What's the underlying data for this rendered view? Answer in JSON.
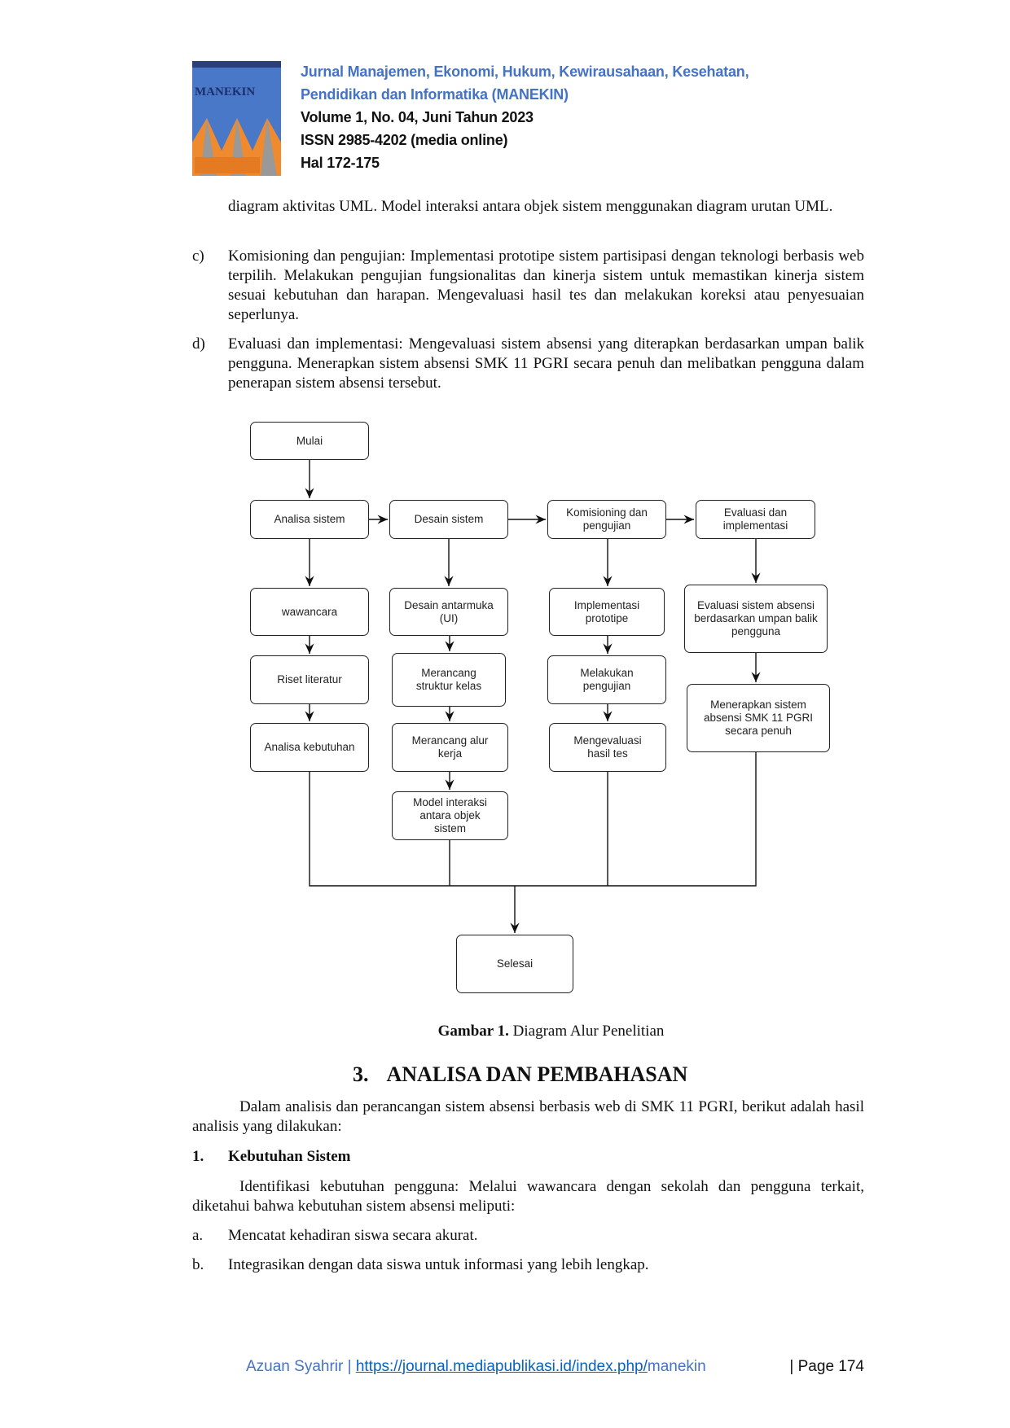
{
  "header": {
    "cover_logo_text": "MANEKIN",
    "journal_line1": "Jurnal Manajemen, Ekonomi, Hukum, Kewirausahaan, Kesehatan,",
    "journal_line2": "Pendidikan dan Informatika (MANEKIN)",
    "volume": "Volume 1, No. 04, Juni Tahun 2023",
    "issn": "ISSN 2985-4202 (media online)",
    "pages": "Hal 172-175"
  },
  "body": {
    "para_cont": "diagram aktivitas UML. Model interaksi antara objek  sistem menggunakan diagram urutan UML.",
    "items": [
      {
        "marker": "c)",
        "text": "Komisioning dan pengujian: Implementasi prototipe sistem partisipasi dengan teknologi berbasis web terpilih. Melakukan pengujian fungsionalitas dan kinerja sistem untuk memastikan kinerja sistem  sesuai  kebutuhan dan harapan. Mengevaluasi hasil tes dan melakukan koreksi atau penyesuaian seperlunya."
      },
      {
        "marker": "d)",
        "text": "Evaluasi dan implementasi: Mengevaluasi sistem absensi yang diterapkan berdasarkan umpan balik  pengguna. Menerapkan sistem absensi SMK 11 PGRI secara penuh dan melibatkan pengguna dalam penerapan sistem absensi tersebut."
      }
    ]
  },
  "flowchart": {
    "start": "Mulai",
    "end": "Selesai",
    "col1": [
      "Analisa sistem",
      "wawancara",
      "Riset literatur",
      "Analisa kebutuhan"
    ],
    "col2": [
      "Desain sistem",
      "Desain antarmuka (UI)",
      "Merancang struktur kelas",
      "Merancang alur kerja",
      "Model interaksi antara objek sistem"
    ],
    "col3": [
      "Komisioning dan pengujian",
      "Implementasi prototipe",
      "Melakukan pengujian",
      "Mengevaluasi hasil tes"
    ],
    "col4": [
      "Evaluasi dan implementasi",
      "Evaluasi sistem absensi berdasarkan umpan balik pengguna",
      "Menerapkan sistem absensi SMK 11 PGRI secara penuh"
    ]
  },
  "caption": {
    "label": "Gambar 1.",
    "text": " Diagram Alur Penelitian"
  },
  "section": {
    "number": "3.",
    "title": "ANALISA DAN PEMBAHASAN",
    "intro": "Dalam analisis dan perancangan sistem absensi berbasis web di SMK 11 PGRI, berikut adalah hasil analisis yang dilakukan:",
    "sub_number": "1.",
    "sub_title": "Kebutuhan Sistem",
    "sub_para": "Identifikasi kebutuhan pengguna: Melalui wawancara dengan sekolah dan pengguna terkait, diketahui bahwa kebutuhan sistem absensi meliputi:",
    "list": [
      {
        "marker": "a.",
        "text": "Mencatat kehadiran siswa secara akurat."
      },
      {
        "marker": "b.",
        "text": "Integrasikan dengan data siswa untuk informasi yang lebih lengkap."
      }
    ]
  },
  "footer": {
    "author": "Azuan Syahrir | ",
    "url": "https://journal.mediapublikasi.id/index.php/",
    "url_suffix": "manekin",
    "page": "| Page 174"
  },
  "colors": {
    "accent": "#4472c4",
    "link": "#0563c1"
  }
}
